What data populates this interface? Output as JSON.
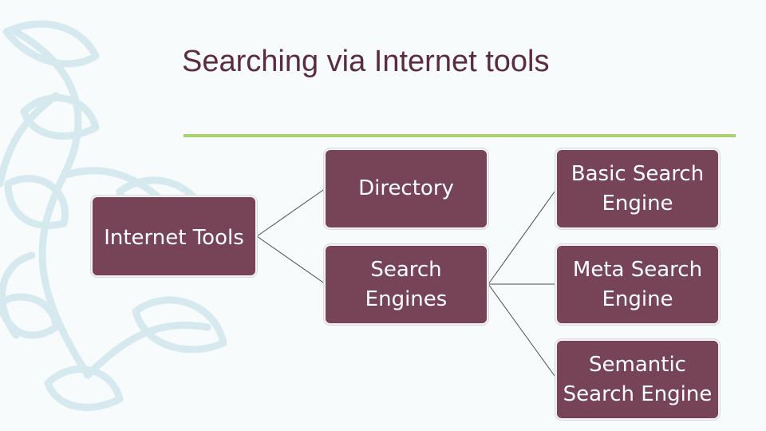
{
  "slide": {
    "title": "Searching via Internet tools"
  },
  "diagram": {
    "root": "Internet Tools",
    "level1": [
      "Directory",
      "Search\nEngines"
    ],
    "level2": [
      "Basic Search\nEngine",
      "Meta Search\nEngine",
      "Semantic\nSearch Engine"
    ]
  },
  "colors": {
    "title": "#5b2c3f",
    "node_fill": "#774457",
    "node_text": "#ffffff",
    "rule": "#a9cf6f",
    "background": "#f7fbfc",
    "leaf_decor": "#d6e9ee"
  }
}
